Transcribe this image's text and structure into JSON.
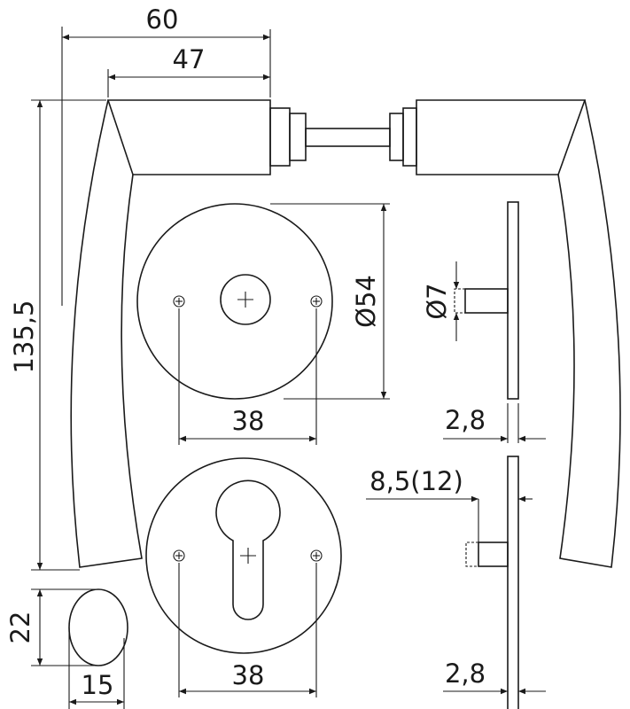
{
  "dimensions": {
    "overall_length": "60",
    "lever_length": "47",
    "height": "135,5",
    "rosette_diameter": "Ø54",
    "screw_spacing_top": "38",
    "pin_diameter": "Ø7",
    "plate_thickness_top": "2,8",
    "pin_length": "8,5(12)",
    "screw_spacing_bottom": "38",
    "plate_thickness_bottom": "2,8",
    "knob_height": "22",
    "knob_width": "15"
  }
}
